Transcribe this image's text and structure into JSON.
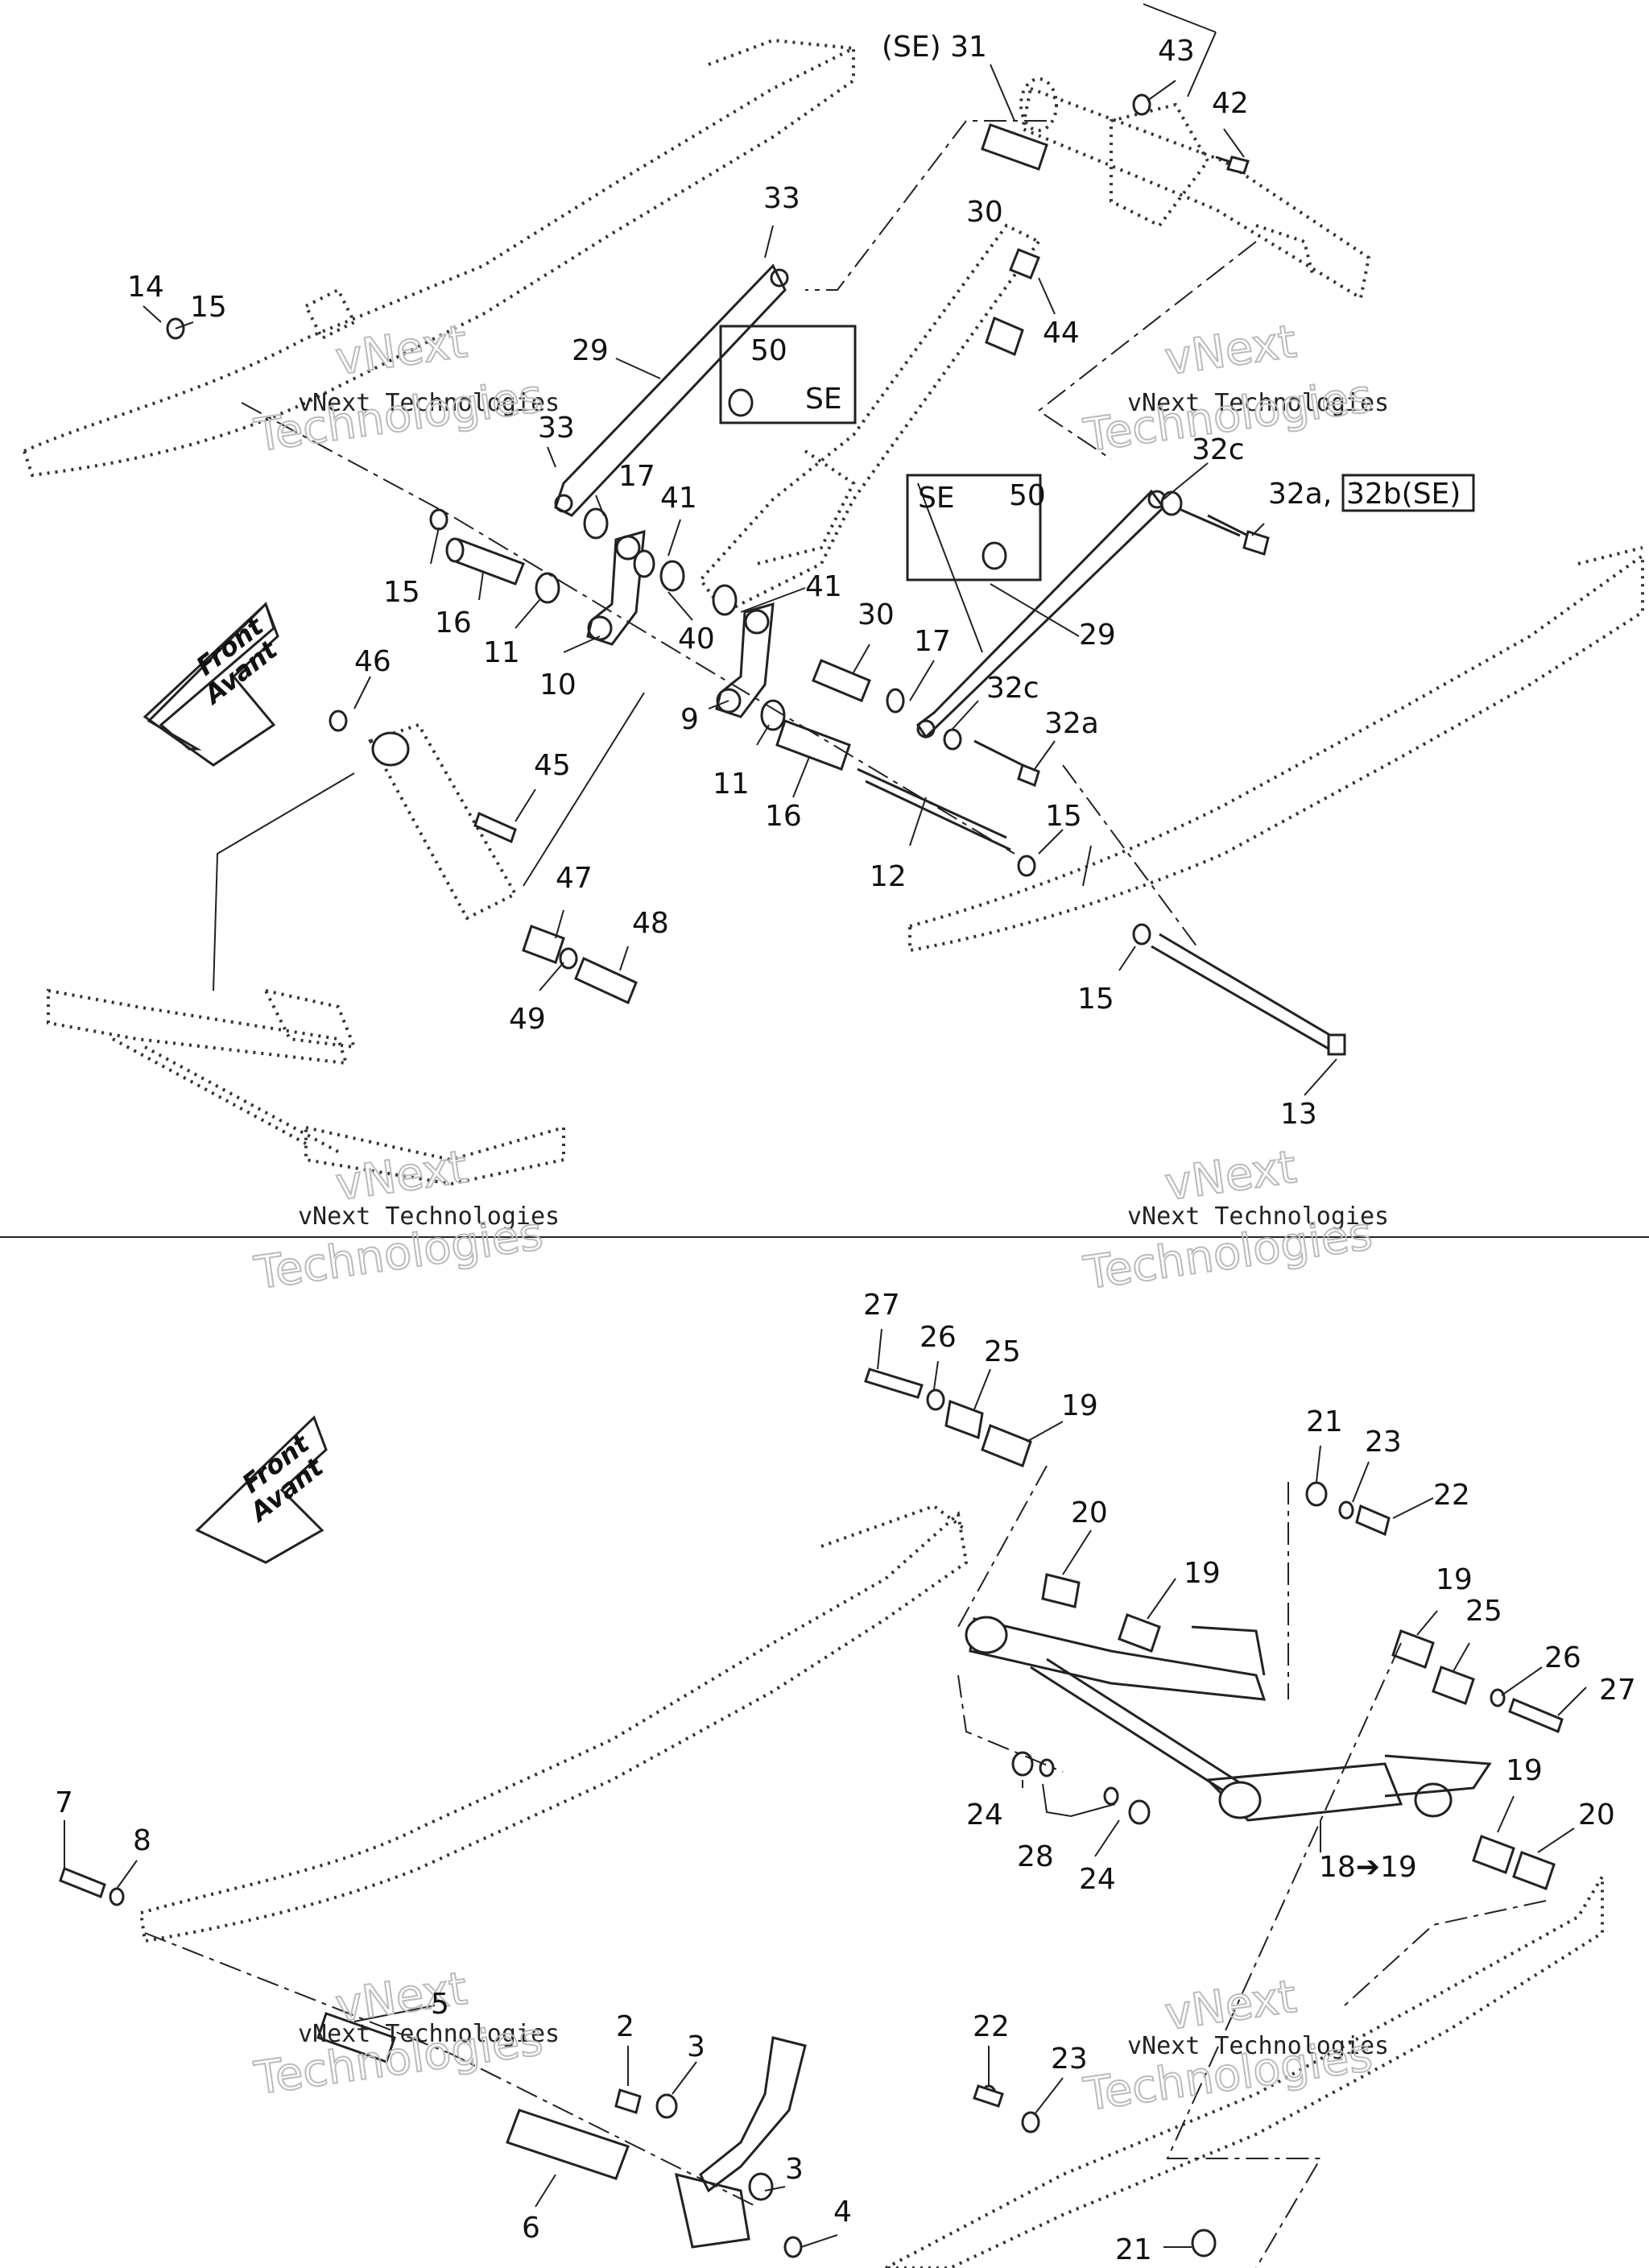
{
  "labels": {
    "se31": "(SE) 31",
    "n43": "43",
    "n42": "42",
    "n33a": "33",
    "n30a": "30",
    "n44": "44",
    "n14": "14",
    "n15a": "15",
    "n29a": "29",
    "n50a": "50",
    "se_a": "SE",
    "n33b": "33",
    "n17a": "17",
    "n41a": "41",
    "n32c_a": "32c",
    "n32a_a": "32a,",
    "n32b": "32b(SE)",
    "se_b": "SE",
    "n50b": "50",
    "n15b": "15",
    "n16a": "16",
    "n11a": "11",
    "n40": "40",
    "n41b": "41",
    "n30b": "30",
    "n17b": "17",
    "n29b": "29",
    "n10": "10",
    "n46": "46",
    "n9": "9",
    "n11b": "11",
    "n32c_b": "32c",
    "n32a_b": "32a",
    "n45": "45",
    "n16b": "16",
    "n15c": "15",
    "n12": "12",
    "n47": "47",
    "n48": "48",
    "n49": "49",
    "n15d": "15",
    "n13": "13",
    "n27a": "27",
    "n26a": "26",
    "n25a": "25",
    "n19a": "19",
    "n21a": "21",
    "n23a": "23",
    "n22a": "22",
    "n20a": "20",
    "n19b": "19",
    "n19c": "19",
    "n25b": "25",
    "n26b": "26",
    "n27b": "27",
    "n24a": "24",
    "n28": "28",
    "n24b": "24",
    "n19d": "19",
    "n20b": "20",
    "n18": "18➔19",
    "n7": "7",
    "n8": "8",
    "n5": "5",
    "n2": "2",
    "n3a": "3",
    "n3b": "3",
    "n4": "4",
    "n6": "6",
    "n22b": "22",
    "n23b": "23",
    "n21b": "21"
  },
  "front_arrow": {
    "line1": "Front",
    "line2": "Avant"
  },
  "watermark": {
    "small": "vNext Technologies",
    "big": "Technologies",
    "big2": "vNext"
  }
}
